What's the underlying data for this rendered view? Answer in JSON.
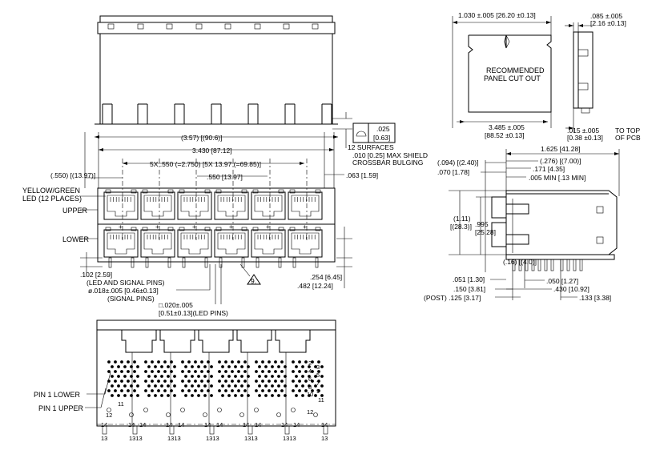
{
  "drawing": {
    "front_view": {
      "overall_ref": "(3.57) [(90.6)]",
      "overall": "3.430 [87.12]",
      "pitch_5x_550": "5X .550 (=2.750) [5X 13.97 (=69.85)]",
      "left_550": "(.550) [(13.97)]",
      "pitch_550": ".550 [13.97]",
      "right_063": ".063 [1.59]",
      "led_label_1": "YELLOW/GREEN",
      "led_label_2": "LED (12 PLACES)",
      "upper": "UPPER",
      "lower": "LOWER",
      "dim_102": ".102 [2.59]",
      "dim_102_note": "(LED AND SIGNAL PINS)",
      "signal_dia": "ø.018±.005 [0.46±0.13]",
      "signal_note": "(SIGNAL PINS)",
      "led_sq_1": "□.020±.005",
      "led_sq_2": "[0.51±0.13](LED PINS)",
      "dim_254": ".254 [6.45]",
      "dim_482": ".482 [12.24]",
      "note_flag": "9."
    },
    "shield_callout": {
      "flat_025": ".025",
      "flat_063": "[0.63]",
      "line1": "12 SURFACES",
      "line2": ".010 [0.25] MAX SHIELD",
      "line3": "CROSSBAR BULGING"
    },
    "panel_view": {
      "width": "1.030 ±.005 [26.20 ±0.13]",
      "height_in": "3.485 ±.005",
      "height_mm": "[88.52 ±0.13]",
      "label1": "RECOMMENDED",
      "label2": "PANEL CUT OUT",
      "t085": ".085 ±.005",
      "t085_mm": "[2.16 ±0.13]",
      "t015": ".015 ±.005",
      "t015_mm": "[0.38 ±0.13]",
      "to_top": "TO TOP",
      "of_pcb": "OF PCB"
    },
    "side_view": {
      "d1625": "1.625 [41.28]",
      "d094": "(.094) [(2.40)]",
      "d276": "(.276) [(7.00)]",
      "d070": ".070 [1.78]",
      "d171": ".171 [4.35]",
      "d005": ".005 MIN [.13 MIN]",
      "d111": "(1.11)",
      "d111mm": "[(28.3)]",
      "d995": ".995",
      "d995mm": "[25.28]",
      "d16": "(.16) [(4.0)]",
      "d051": ".051 [1.30]",
      "d050": ".050 [1.27]",
      "d150": ".150 [3.81]",
      "d430": ".430 [10.92]",
      "d125": "(POST) .125 [3.17]",
      "d133": ".133 [3.38]"
    },
    "bottom_view": {
      "pin1_lower": "PIN 1 LOWER",
      "pin1_upper": "PIN 1 UPPER",
      "n2": "2",
      "n3": "3",
      "n4": "4",
      "n5": "5",
      "n6": "6",
      "n7": "7",
      "n8": "8",
      "n9": "9",
      "n10": "10",
      "n11a": "11",
      "n11b": "11",
      "n12a": "12",
      "n12b": "12",
      "n14a": "14",
      "n14b": "14",
      "n14c": "14",
      "n14d": "14",
      "n14e": "14",
      "n14f": "14",
      "n14g": "14",
      "n14h": "14",
      "n14i": "14",
      "n14j": "14",
      "n14k": "14",
      "n14l": "14",
      "n13a": "13",
      "n1313a": "1313",
      "n1313b": "1313",
      "n1313c": "1313",
      "n1313d": "1313",
      "n1313e": "1313",
      "n13b": "13"
    }
  }
}
